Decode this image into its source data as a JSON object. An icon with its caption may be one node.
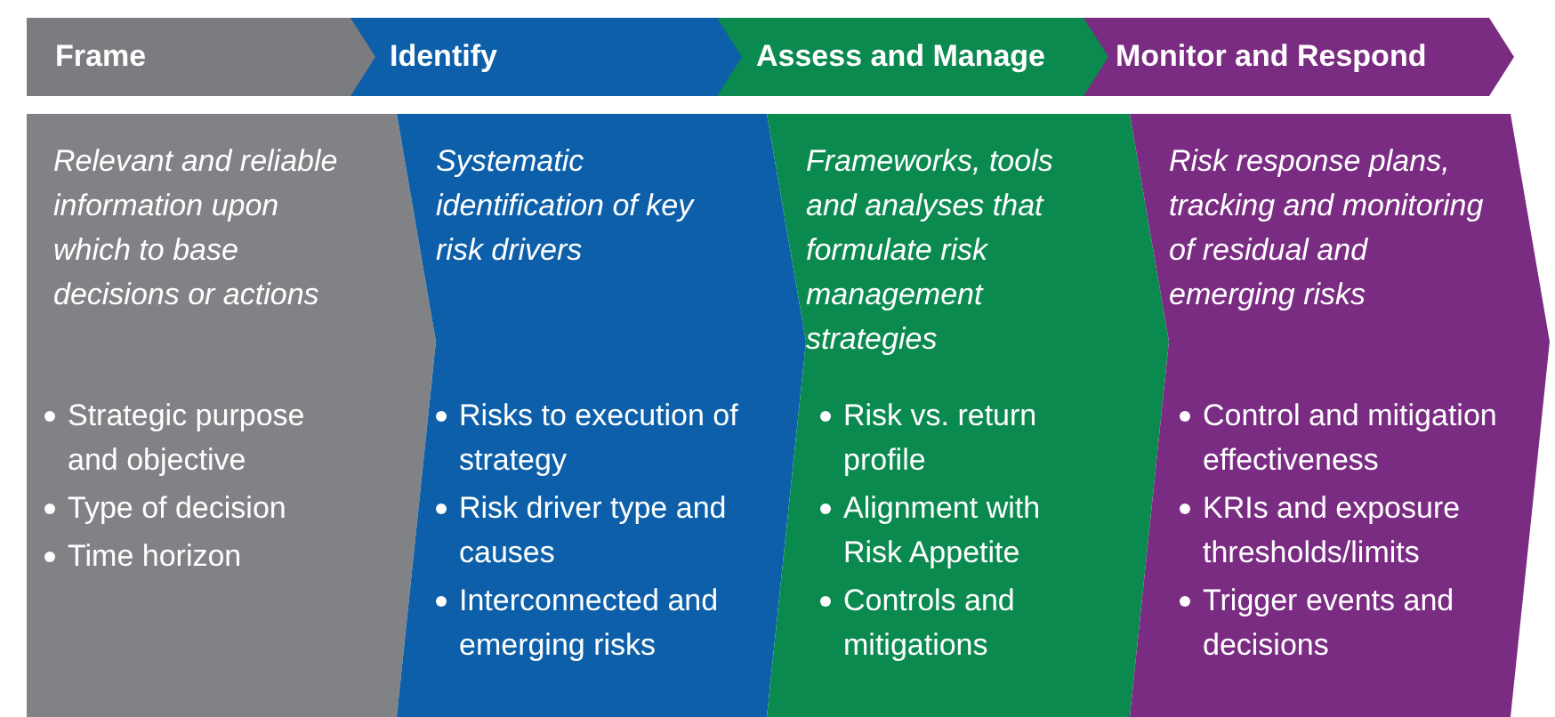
{
  "diagram": {
    "nodes": [
      {
        "text": [
          "Frame"
        ]
      },
      {
        "text": [
          "Identify"
        ]
      },
      {
        "text": [
          "Assess and Manage"
        ]
      },
      {
        "text": [
          "Monitor and Respond"
        ]
      },
      {
        "text": [
          "Relevant and reliable information upon which to base decisions or actions",
          "Strategic purpose and objective",
          "Type of decision",
          "Time horizon"
        ]
      },
      {
        "text": [
          "Systematic identification of key risk drivers",
          "Risks to execution of strategy",
          "Risk driver type and causes",
          "Interconnected and emerging risks"
        ]
      },
      {
        "text": [
          "Frameworks, tools and analyses that formulate risk management strategies",
          "Risk vs. return profile",
          "Alignment with Risk Appetite",
          "Controls and mitigations"
        ]
      },
      {
        "text": [
          "Risk response plans, tracking and monitoring of residual and emerging risks",
          "Control and mitigation effectiveness",
          "KRIs and exposure thresholds/limits",
          "Trigger events and decisions"
        ]
      }
    ]
  }
}
